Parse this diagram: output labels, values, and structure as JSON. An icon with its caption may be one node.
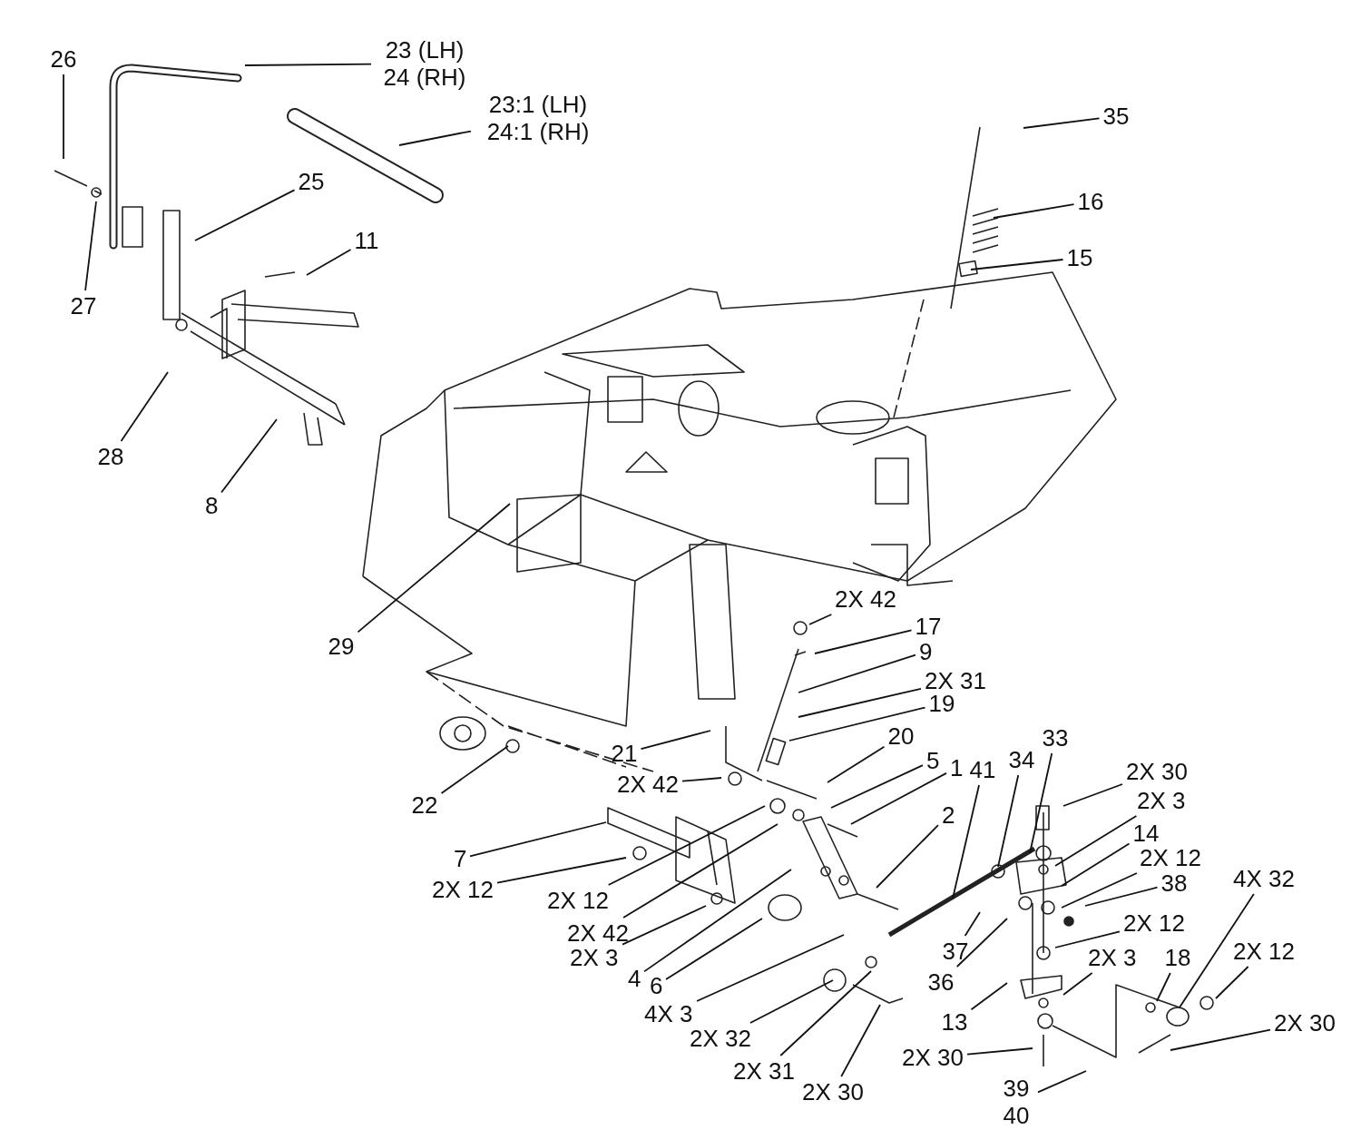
{
  "diagram": {
    "nodes": [
      {
        "text": [
          "23 (LH) 24 (RH)"
        ]
      },
      {
        "text": [
          "23:1 (LH) 24:1 (RH)"
        ]
      },
      {
        "text": [
          "26"
        ]
      },
      {
        "text": [
          "27"
        ]
      },
      {
        "text": [
          "25"
        ]
      },
      {
        "text": [
          "11"
        ]
      },
      {
        "text": [
          "28"
        ]
      },
      {
        "text": [
          "8"
        ]
      },
      {
        "text": [
          "29"
        ]
      },
      {
        "text": [
          "35"
        ]
      },
      {
        "text": [
          "16"
        ]
      },
      {
        "text": [
          "15"
        ]
      },
      {
        "text": [
          "2X 42"
        ]
      },
      {
        "text": [
          "17"
        ]
      },
      {
        "text": [
          "9"
        ]
      },
      {
        "text": [
          "2X 31"
        ]
      },
      {
        "text": [
          "19"
        ]
      },
      {
        "text": [
          "21"
        ]
      },
      {
        "text": [
          "20"
        ]
      },
      {
        "text": [
          "5"
        ]
      },
      {
        "text": [
          "1"
        ]
      },
      {
        "text": [
          "2X 42"
        ]
      },
      {
        "text": [
          "22"
        ]
      },
      {
        "text": [
          "7"
        ]
      },
      {
        "text": [
          "2X 12"
        ]
      },
      {
        "text": [
          "2X 12"
        ]
      },
      {
        "text": [
          "2X 42"
        ]
      },
      {
        "text": [
          "2X 3"
        ]
      },
      {
        "text": [
          "4"
        ]
      },
      {
        "text": [
          "6"
        ]
      },
      {
        "text": [
          "4X 3"
        ]
      },
      {
        "text": [
          "2"
        ]
      },
      {
        "text": [
          "41"
        ]
      },
      {
        "text": [
          "34"
        ]
      },
      {
        "text": [
          "33"
        ]
      },
      {
        "text": [
          "2X 30"
        ]
      },
      {
        "text": [
          "2X 3"
        ]
      },
      {
        "text": [
          "14"
        ]
      },
      {
        "text": [
          "2X 12"
        ]
      },
      {
        "text": [
          "38"
        ]
      },
      {
        "text": [
          "2X 12"
        ]
      },
      {
        "text": [
          "2X 3"
        ]
      },
      {
        "text": [
          "37"
        ]
      },
      {
        "text": [
          "36"
        ]
      },
      {
        "text": [
          "13"
        ]
      },
      {
        "text": [
          "18"
        ]
      },
      {
        "text": [
          "4X 32"
        ]
      },
      {
        "text": [
          "2X 12"
        ]
      },
      {
        "text": [
          "2X 30"
        ]
      },
      {
        "text": [
          "2X 30"
        ]
      },
      {
        "text": [
          "2X 32"
        ]
      },
      {
        "text": [
          "2X 31"
        ]
      },
      {
        "text": [
          "2X 30"
        ]
      },
      {
        "text": [
          "39 40"
        ]
      }
    ],
    "edges": [
      {
        "from": 0,
        "to": null,
        "arrow": "none"
      },
      {
        "from": 1,
        "to": null,
        "arrow": "none"
      },
      {
        "from": 2,
        "to": null,
        "arrow": "none"
      },
      {
        "from": 3,
        "to": null,
        "arrow": "none"
      },
      {
        "from": 4,
        "to": null,
        "arrow": "none"
      },
      {
        "from": 5,
        "to": null,
        "arrow": "none"
      },
      {
        "from": 6,
        "to": null,
        "arrow": "none"
      },
      {
        "from": 7,
        "to": null,
        "arrow": "none"
      },
      {
        "from": 8,
        "to": null,
        "arrow": "none"
      },
      {
        "from": 9,
        "to": null,
        "arrow": "none"
      },
      {
        "from": 10,
        "to": null,
        "arrow": "none"
      },
      {
        "from": 11,
        "to": null,
        "arrow": "none"
      },
      {
        "from": 12,
        "to": null,
        "arrow": "none"
      },
      {
        "from": 13,
        "to": null,
        "arrow": "none"
      },
      {
        "from": 14,
        "to": null,
        "arrow": "none"
      },
      {
        "from": 15,
        "to": null,
        "arrow": "none"
      },
      {
        "from": 16,
        "to": null,
        "arrow": "none"
      },
      {
        "from": 17,
        "to": null,
        "arrow": "none"
      },
      {
        "from": 18,
        "to": null,
        "arrow": "none"
      },
      {
        "from": 19,
        "to": null,
        "arrow": "none"
      },
      {
        "from": 20,
        "to": null,
        "arrow": "none"
      },
      {
        "from": 21,
        "to": null,
        "arrow": "none"
      },
      {
        "from": 22,
        "to": null,
        "arrow": "none"
      },
      {
        "from": 23,
        "to": null,
        "arrow": "none"
      },
      {
        "from": 24,
        "to": null,
        "arrow": "none"
      },
      {
        "from": 25,
        "to": null,
        "arrow": "none"
      },
      {
        "from": 26,
        "to": null,
        "arrow": "none"
      },
      {
        "from": 27,
        "to": null,
        "arrow": "none"
      },
      {
        "from": 28,
        "to": null,
        "arrow": "none"
      },
      {
        "from": 29,
        "to": null,
        "arrow": "none"
      },
      {
        "from": 30,
        "to": null,
        "arrow": "none"
      },
      {
        "from": 31,
        "to": null,
        "arrow": "none"
      },
      {
        "from": 32,
        "to": null,
        "arrow": "none"
      },
      {
        "from": 33,
        "to": null,
        "arrow": "none"
      },
      {
        "from": 34,
        "to": null,
        "arrow": "none"
      },
      {
        "from": 35,
        "to": null,
        "arrow": "none"
      },
      {
        "from": 36,
        "to": null,
        "arrow": "none"
      },
      {
        "from": 37,
        "to": null,
        "arrow": "none"
      },
      {
        "from": 38,
        "to": null,
        "arrow": "none"
      },
      {
        "from": 39,
        "to": null,
        "arrow": "none"
      },
      {
        "from": 40,
        "to": null,
        "arrow": "none"
      },
      {
        "from": 41,
        "to": null,
        "arrow": "none"
      },
      {
        "from": 42,
        "to": null,
        "arrow": "none"
      },
      {
        "from": 43,
        "to": null,
        "arrow": "none"
      },
      {
        "from": 44,
        "to": null,
        "arrow": "none"
      },
      {
        "from": 45,
        "to": null,
        "arrow": "none"
      },
      {
        "from": 46,
        "to": null,
        "arrow": "none"
      },
      {
        "from": 47,
        "to": null,
        "arrow": "none"
      },
      {
        "from": 48,
        "to": null,
        "arrow": "none"
      },
      {
        "from": 49,
        "to": null,
        "arrow": "none"
      },
      {
        "from": 50,
        "to": null,
        "arrow": "none"
      },
      {
        "from": 51,
        "to": null,
        "arrow": "none"
      },
      {
        "from": 52,
        "to": null,
        "arrow": "none"
      },
      {
        "from": 53,
        "to": null,
        "arrow": "none"
      }
    ]
  }
}
